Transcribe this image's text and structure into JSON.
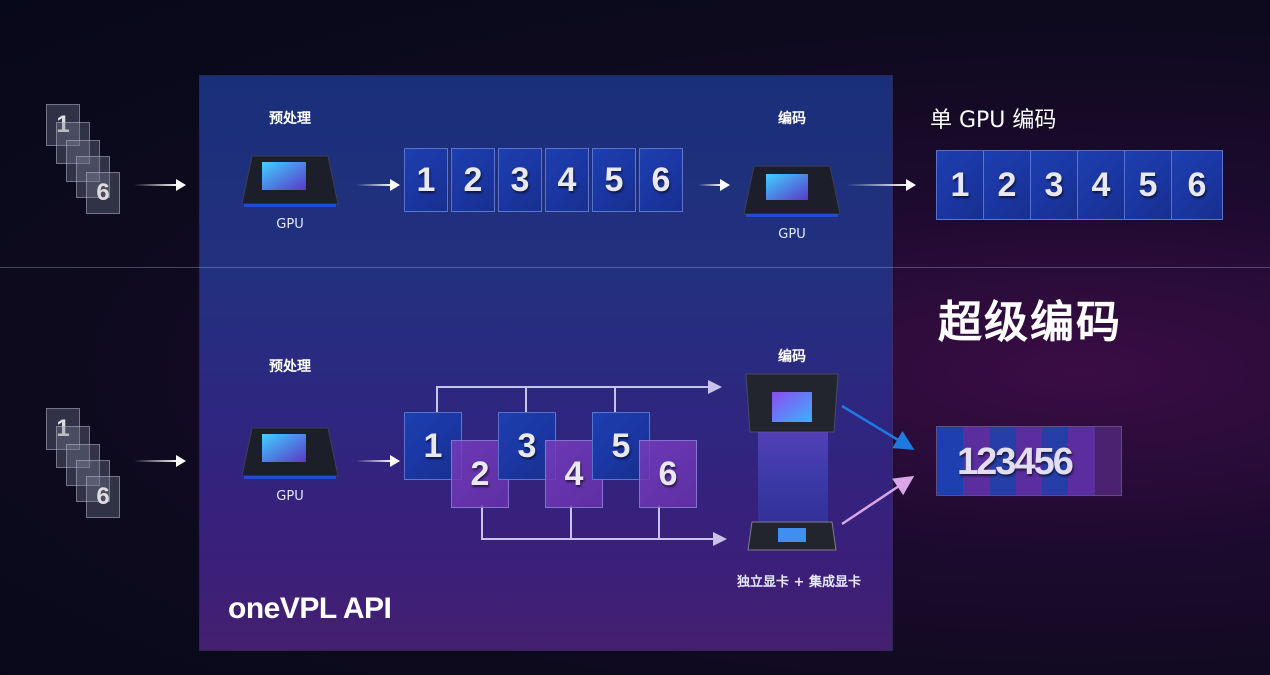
{
  "top_row": {
    "input_stack": {
      "first": "1",
      "last": "6"
    },
    "preprocess_label": "预处理",
    "preprocess_gpu_label": "GPU",
    "frames": [
      "1",
      "2",
      "3",
      "4",
      "5",
      "6"
    ],
    "encode_label": "编码",
    "encode_gpu_label": "GPU",
    "result_title": "单 GPU 编码",
    "result_frames": [
      "1",
      "2",
      "3",
      "4",
      "5",
      "6"
    ]
  },
  "bottom_row": {
    "section_title": "超级编码",
    "input_stack": {
      "first": "1",
      "last": "6"
    },
    "preprocess_label": "预处理",
    "preprocess_gpu_label": "GPU",
    "frames": [
      {
        "num": "1",
        "path": "dGPU"
      },
      {
        "num": "2",
        "path": "iGPU"
      },
      {
        "num": "3",
        "path": "dGPU"
      },
      {
        "num": "4",
        "path": "iGPU"
      },
      {
        "num": "5",
        "path": "dGPU"
      },
      {
        "num": "6",
        "path": "iGPU"
      }
    ],
    "encode_label": "编码",
    "encode_device_label": "独立显卡 + 集成显卡",
    "result_frames": [
      "1",
      "2",
      "3",
      "4",
      "5",
      "6"
    ]
  },
  "api_label": "oneVPL API",
  "colors": {
    "blue_frame": "#1d3fb0",
    "purple_frame": "#7a3cbe",
    "blue_arrow": "#1f7ae0",
    "pink_arrow": "#d9a6e8"
  }
}
